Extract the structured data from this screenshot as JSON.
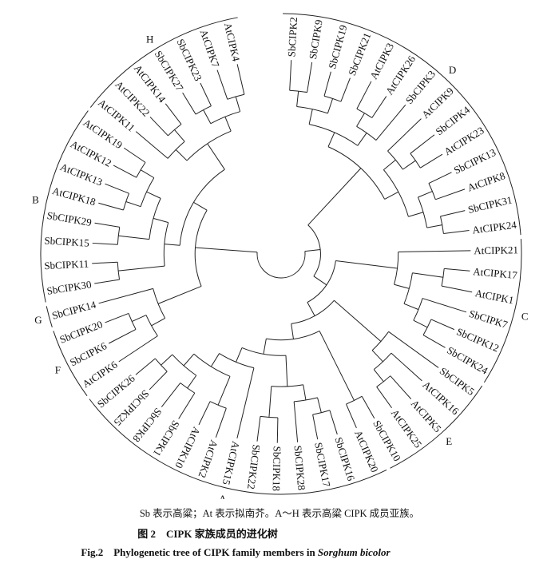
{
  "leaves": [
    "SbCIPK2",
    "SbCIPK9",
    "SbCIPK19",
    "SbCIPK21",
    "AtCIPK3",
    "AtCIPK26",
    "SbCIPK3",
    "AtCIPK9",
    "SbCIPK4",
    "AtCIPK23",
    "SbCIPK13",
    "AtCIPK8",
    "SbCIPK31",
    "AtCIPK24",
    "AtCIPK21",
    "AtCIPK17",
    "AtCIPK1",
    "SbCIPK7",
    "SbCIPK12",
    "SbCIPK24",
    "SbCIPK5",
    "AtCIPK16",
    "AtCIPK5",
    "AtCIPK25",
    "SbCIPK10",
    "AtCIPK20",
    "SbCIPK16",
    "SbCIPK17",
    "SbCIPK28",
    "SbCIPK18",
    "SbCIPK22",
    "AtCIPK15",
    "AtCIPK2",
    "AtCIPK10",
    "SbCIPK1",
    "SbCIPK8",
    "SbCIPK25",
    "SbCIPK26",
    "AtCIPK6",
    "SbCIPK6",
    "SbCIPK20",
    "SbCIPK14",
    "SbCIPK30",
    "SbCIPK11",
    "SbCIPK15",
    "SbCIPK29",
    "AtCIPK18",
    "AtCIPK13",
    "AtCIPK12",
    "AtCIPK19",
    "AtCIPK11",
    "AtCIPK22",
    "AtCIPK14",
    "SbCIPK27",
    "SbCIPK23",
    "AtCIPK7",
    "AtCIPK4"
  ],
  "tree": [
    [
      [
        [
          [
            [
              "SbCIPK2",
              "SbCIPK9"
            ],
            [
              "SbCIPK19",
              "SbCIPK21"
            ]
          ],
          [
            [
              "AtCIPK3",
              "AtCIPK26"
            ],
            "SbCIPK3"
          ]
        ],
        [
          [
            "AtCIPK9",
            [
              "SbCIPK4",
              "AtCIPK23"
            ]
          ],
          [
            [
              "SbCIPK13",
              "AtCIPK8"
            ],
            [
              "SbCIPK31",
              "AtCIPK24"
            ]
          ]
        ]
      ],
      [
        [
          "AtCIPK21",
          [
            [
              "AtCIPK17",
              "AtCIPK1"
            ],
            [
              "SbCIPK7",
              [
                "SbCIPK12",
                "SbCIPK24"
              ]
            ]
          ]
        ],
        [
          [
            "SbCIPK5",
            [
              "AtCIPK16",
              [
                "AtCIPK5",
                "AtCIPK25"
              ]
            ]
          ],
          [
            [
              "SbCIPK10",
              "AtCIPK20"
            ],
            [
              [
                [
                  [
                    "SbCIPK16",
                    "SbCIPK17"
                  ],
                  "SbCIPK28"
                ],
                [
                  "SbCIPK18",
                  "SbCIPK22"
                ]
              ],
              [
                "AtCIPK15",
                [
                  [
                    "AtCIPK2",
                    "AtCIPK10"
                  ],
                  [
                    [
                      "SbCIPK1",
                      "SbCIPK8"
                    ],
                    [
                      "SbCIPK25",
                      "SbCIPK26"
                    ]
                  ]
                ]
              ]
            ]
          ]
        ]
      ]
    ],
    [
      [
        [
          "AtCIPK6",
          [
            "SbCIPK6",
            "SbCIPK20"
          ]
        ],
        "SbCIPK14"
      ],
      [
        [
          [
            "SbCIPK30",
            "SbCIPK11"
          ],
          [
            [
              "SbCIPK15",
              "SbCIPK29"
            ],
            [
              [
                "AtCIPK18",
                "AtCIPK13"
              ],
              [
                "AtCIPK12",
                "AtCIPK19"
              ]
            ]
          ]
        ],
        [
          [
            "AtCIPK11",
            [
              "AtCIPK22",
              "AtCIPK14"
            ]
          ],
          [
            [
              "SbCIPK27",
              "SbCIPK23"
            ],
            [
              "AtCIPK7",
              "AtCIPK4"
            ]
          ]
        ]
      ]
    ]
  ],
  "groups": [
    {
      "label": "D",
      "from": "SbCIPK2",
      "to": "AtCIPK24"
    },
    {
      "label": "C",
      "from": "AtCIPK21",
      "to": "SbCIPK24"
    },
    {
      "label": "E",
      "from": "SbCIPK5",
      "to": "SbCIPK10"
    },
    {
      "label": "A",
      "from": "AtCIPK20",
      "to": "SbCIPK26"
    },
    {
      "label": "F",
      "from": "AtCIPK6",
      "to": "SbCIPK20"
    },
    {
      "label": "G",
      "from": "SbCIPK14",
      "to": "SbCIPK14"
    },
    {
      "label": "B",
      "from": "SbCIPK30",
      "to": "AtCIPK19"
    },
    {
      "label": "H",
      "from": "AtCIPK11",
      "to": "AtCIPK4"
    }
  ],
  "caption": {
    "note": "Sb 表示高粱；At 表示拟南芥。A～H 表示高粱 CIPK 成员亚族。",
    "title_cn": "图 2　CIPK 家族成员的进化树",
    "title_en_prefix": "Fig.2　Phylogenetic tree of CIPK family members in ",
    "title_en_species": "Sorghum bicolor"
  }
}
